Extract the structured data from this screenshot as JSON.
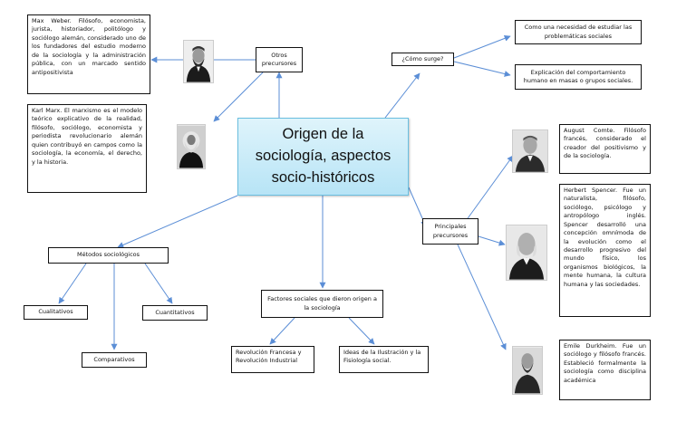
{
  "central": {
    "line1": "Origen de la",
    "line2": "sociología, aspectos",
    "line3": "socio-históricos"
  },
  "otros_precursores": "Otros precursores",
  "weber": "Max Weber. Filósofo, economista, jurista, historiador, politólogo y sociólogo alemán, considerado uno de los fundadores del estudio moderno de la sociología y la administración pública, con un marcado sentido antipositivista",
  "marx": "Karl Marx. El marxismo es el modelo teórico explicativo de la realidad, filósofo, sociólogo, economista y periodista revolucionario alemán quien contribuyó en campos como la sociología, la economía, el derecho, y la historia.",
  "como_surge": "¿Cómo surge?",
  "necesidad": "Como una necesidad de estudiar las problemáticas sociales",
  "explicacion": "Explicación del comportamiento humano en masas o grupos sociales.",
  "principales_precursores": "Principales precursores",
  "comte": "August Comte. Filósofo francés, considerado el creador del positivismo y de la sociología.",
  "spencer": "Herbert Spencer. Fue un naturalista, filósofo, sociólogo, psicólogo y antropólogo inglés. Spencer desarrolló una concepción omnímoda de la evolución como el desarrollo progresivo del mundo físico, los organismos biológicos, la mente humana, la cultura humana y las sociedades.",
  "durkheim": "Emile Durkheim. Fue un sociólogo y filósofo francés. Estableció formalmente la sociología como disciplina académica",
  "metodos": "Métodos sociológicos",
  "cualitativos": "Cualitativos",
  "cuantitativos": "Cuantitativos",
  "comparativos": "Comparativos",
  "factores": "Factores sociales que dieron origen a la sociología",
  "revolucion": "Revolución Francesa y Revolución Industrial",
  "ideas": "Ideas de la Ilustración y la Fisiología social.",
  "colors": {
    "central_fill": "#b7e4f6",
    "central_border": "#6bbfe0",
    "connector": "#5b8ed6"
  }
}
